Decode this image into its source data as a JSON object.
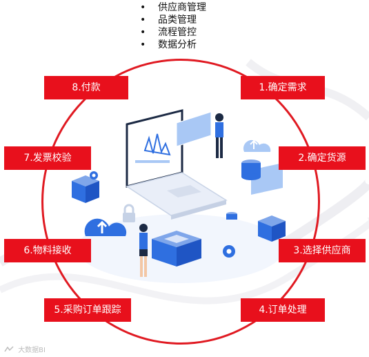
{
  "bullets": [
    "供应商管理",
    "品类管理",
    "流程管控",
    "数据分析"
  ],
  "steps": [
    {
      "label": "1.确定需求"
    },
    {
      "label": "2.确定货源"
    },
    {
      "label": "3.选择供应商"
    },
    {
      "label": "4.订单处理"
    },
    {
      "label": "5.采购订单跟踪"
    },
    {
      "label": "6.物料接收"
    },
    {
      "label": "7.发票校验"
    },
    {
      "label": "8.付款"
    }
  ],
  "watermark": "大数据BI",
  "colors": {
    "accent_red": "#e8101c",
    "ring_red": "#e01a22",
    "illustration_blue": "#2f6fe0",
    "illustration_light_blue": "#a9c8f5"
  },
  "illustration": {
    "icons": [
      "laptop-icon",
      "person-icon",
      "cloud-upload-icon",
      "database-icon",
      "lock-icon",
      "chat-bubble-icon",
      "gear-icon",
      "server-block-icon"
    ]
  }
}
